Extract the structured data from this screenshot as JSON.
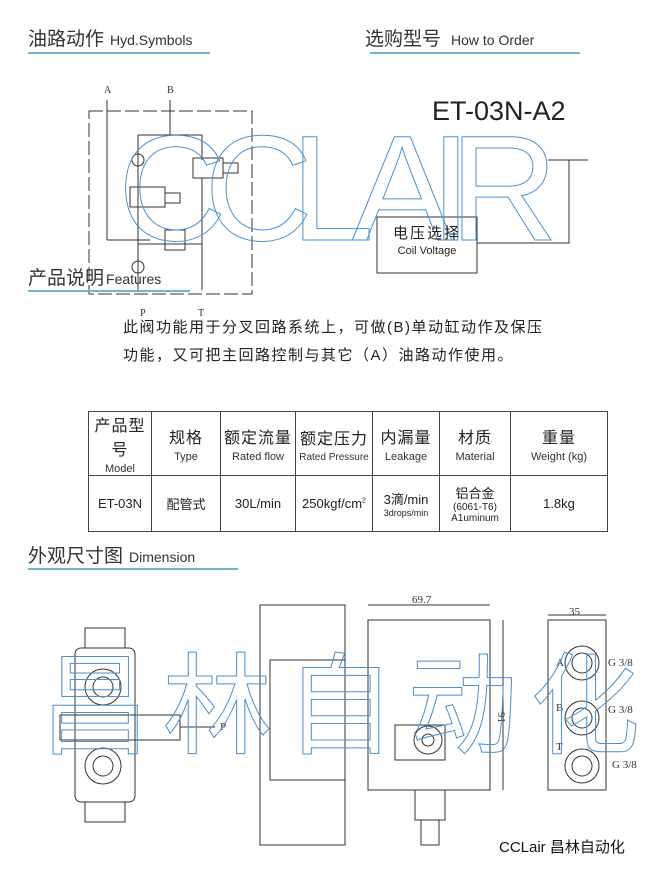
{
  "sections": {
    "hyd_symbols": {
      "zh": "油路动作",
      "en": "Hyd.Symbols"
    },
    "how_to_order": {
      "zh": "选购型号",
      "en": "How to Order"
    },
    "features": {
      "zh": "产品说明",
      "en": "Features"
    },
    "dimension": {
      "zh": "外观尺寸图",
      "en": "Dimension"
    }
  },
  "schematic_ports": {
    "a": "A",
    "b": "B",
    "p": "P",
    "t": "T"
  },
  "order": {
    "model_code": "ET-03N-A2",
    "coil_voltage_zh": "电压选择",
    "coil_voltage_en": "Coil Voltage"
  },
  "features_text": [
    "此阀功能用于分叉回路系统上，可做(B)单动缸动作及保压",
    "功能，又可把主回路控制与其它（A）油路动作使用。"
  ],
  "spec_table": {
    "headers": [
      {
        "zh": "产品型号",
        "en": "Model"
      },
      {
        "zh": "规格",
        "en": "Type"
      },
      {
        "zh": "额定流量",
        "en": "Rated flow"
      },
      {
        "zh": "额定压力",
        "en": "Rated Pressure"
      },
      {
        "zh": "内漏量",
        "en": "Leakage"
      },
      {
        "zh": "材质",
        "en": "Material"
      },
      {
        "zh": "重量",
        "en": "Weight (kg)"
      }
    ],
    "row": {
      "model": "ET-03N",
      "type": "配管式",
      "flow": "30L/min",
      "pressure": "250kgf/cm",
      "pressure_sup": "2",
      "leakage_zh": "3滴/min",
      "leakage_en": "3drops/min",
      "material_zh": "铝合金",
      "material_grade": "(6061-T6)",
      "material_en": "A1uminum",
      "weight": "1.8kg"
    }
  },
  "dimensions": {
    "width": "69.7",
    "height": "91",
    "side_width": "35",
    "port_a": "A",
    "port_b": "B",
    "port_t": "T",
    "port_p": "P",
    "thread": "G 3/8"
  },
  "watermarks": {
    "top": "CCLAIR",
    "bottom": "昌林自动化"
  },
  "footer": "CCLair 昌林自动化",
  "colors": {
    "accent_line": "#6fb6c8",
    "watermark": "#4a90d0"
  }
}
